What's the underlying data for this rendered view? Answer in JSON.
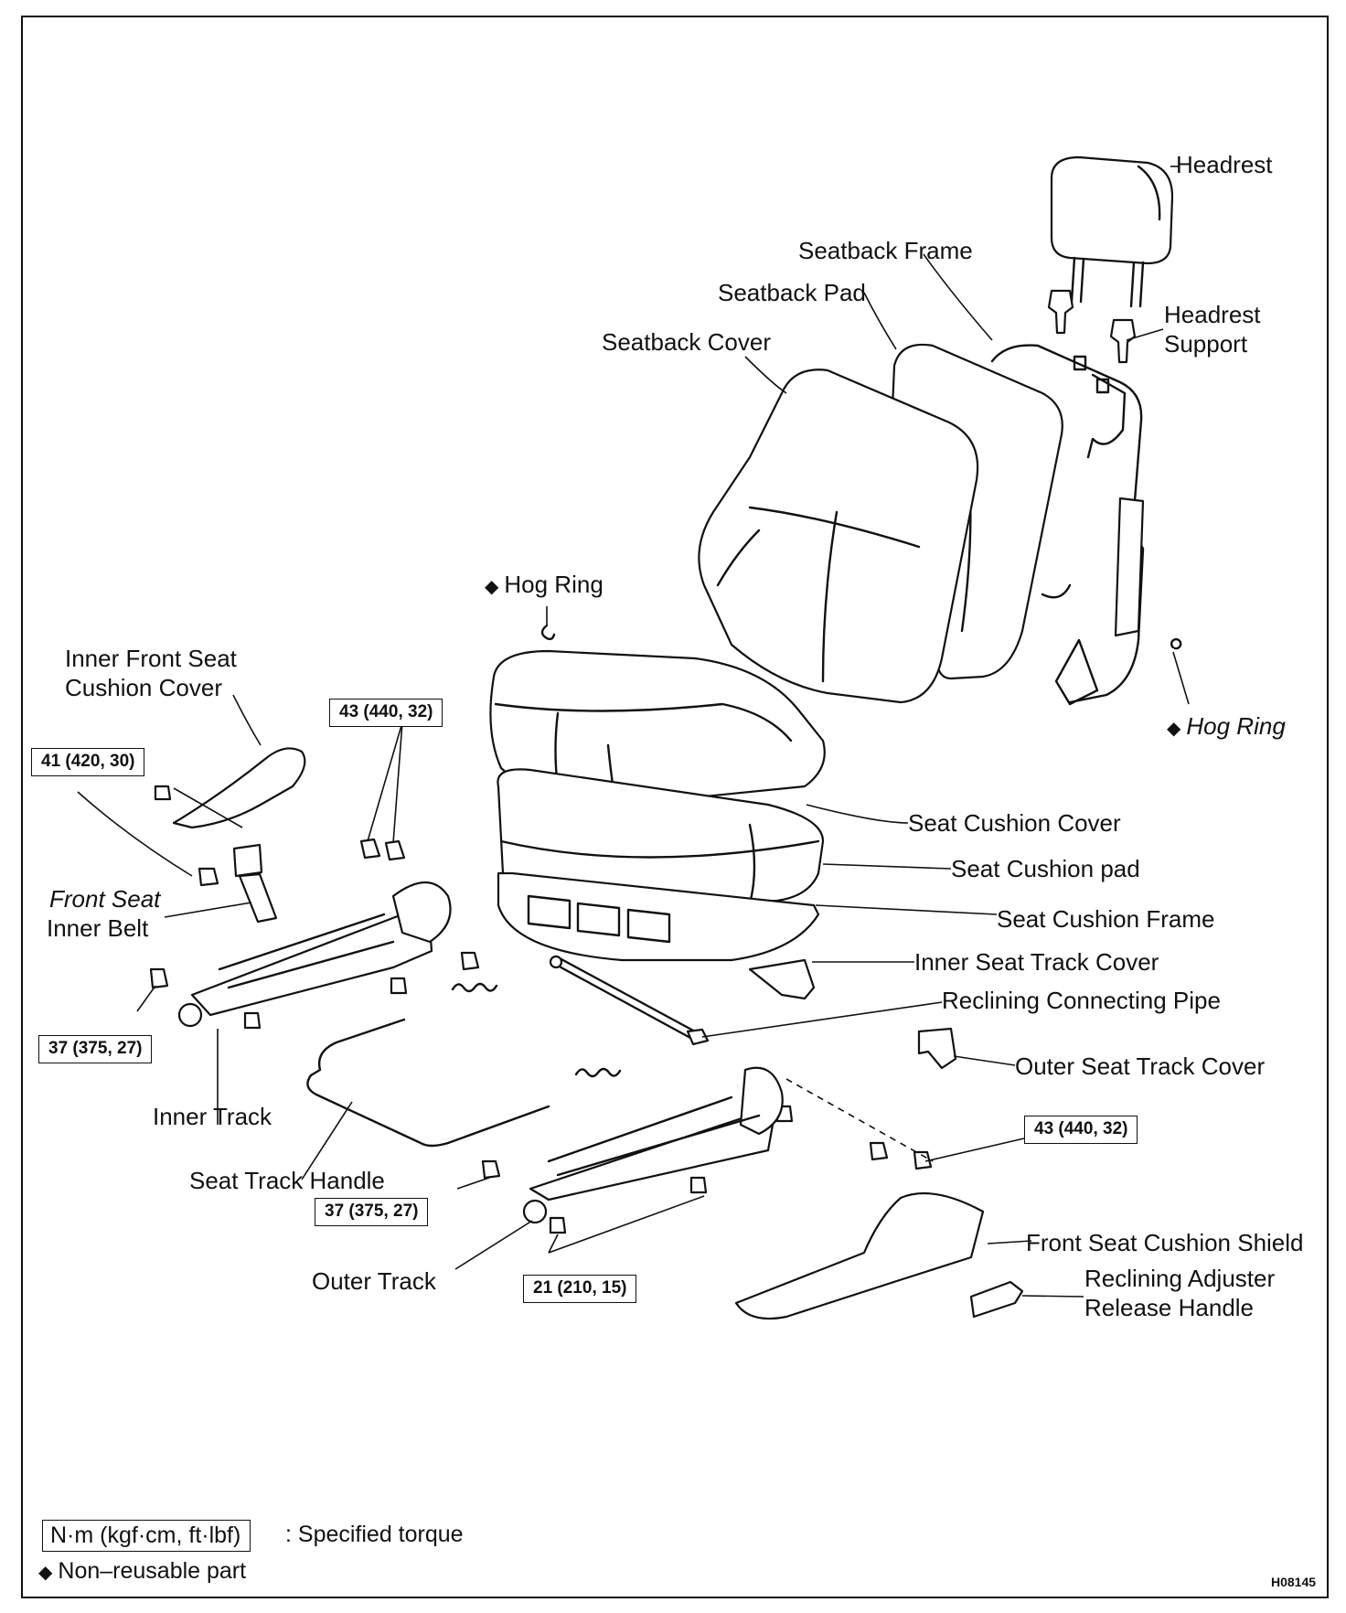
{
  "figure_code": "H08145",
  "parts": {
    "headrest": "Headrest",
    "seatback_frame": "Seatback Frame",
    "seatback_pad": "Seatback Pad",
    "seatback_cover": "Seatback Cover",
    "headrest_support_1": "Headrest",
    "headrest_support_2": "Support",
    "hog_ring_top": "Hog Ring",
    "hog_ring_right": "Hog Ring",
    "inner_front_cover_1": "Inner Front Seat",
    "inner_front_cover_2": "Cushion Cover",
    "front_seat_inner_belt_1": "Front Seat",
    "front_seat_inner_belt_2": "Inner Belt",
    "seat_cushion_cover": "Seat Cushion Cover",
    "seat_cushion_pad": "Seat Cushion pad",
    "seat_cushion_frame": "Seat Cushion Frame",
    "inner_seat_track_cover": "Inner Seat Track Cover",
    "reclining_connecting_pipe": "Reclining Connecting Pipe",
    "outer_seat_track_cover": "Outer Seat Track Cover",
    "inner_track": "Inner Track",
    "seat_track_handle": "Seat Track Handle",
    "outer_track": "Outer Track",
    "front_seat_cushion_shield": "Front Seat Cushion Shield",
    "reclining_release_1": "Reclining Adjuster",
    "reclining_release_2": "Release Handle"
  },
  "torques": {
    "t41": "41 (420, 30)",
    "t43_left": "43 (440, 32)",
    "t37_left": "37 (375, 27)",
    "t43_right": "43 (440, 32)",
    "t37_bottom": "37 (375, 27)",
    "t21": "21 (210, 15)"
  },
  "legend": {
    "torque_box": "N·m (kgf·cm, ft·lbf)",
    "torque_text": ": Specified torque",
    "nonreusable_text": "Non–reusable part",
    "diamond_symbol": "◆"
  }
}
